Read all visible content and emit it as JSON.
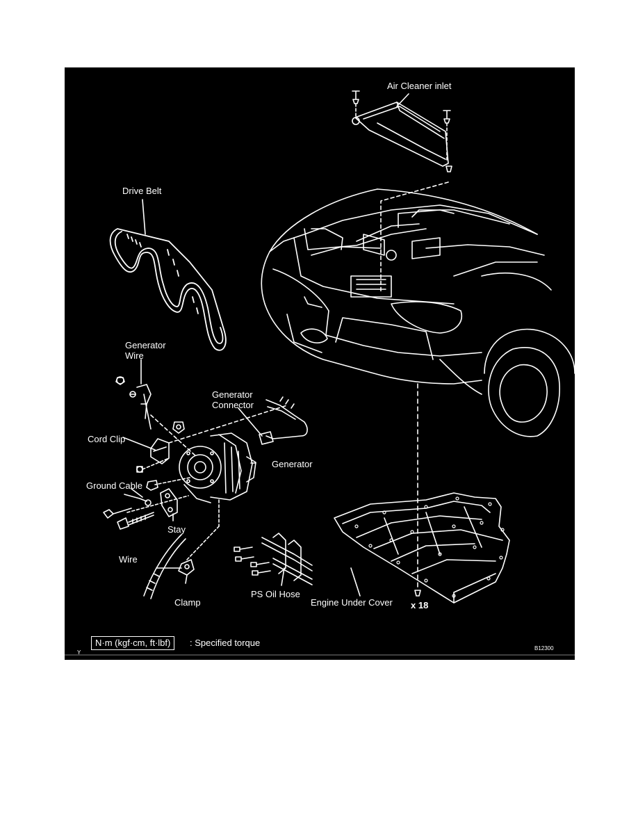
{
  "labels": {
    "air_cleaner_inlet": "Air Cleaner inlet",
    "drive_belt": "Drive Belt",
    "generator_wire": "Generator\nWire",
    "generator_connector": "Generator\nConnector",
    "cord_clip": "Cord Clip",
    "generator": "Generator",
    "ground_cable": "Ground Cable",
    "stay": "Stay",
    "wire": "Wire",
    "clamp": "Clamp",
    "ps_oil_hose": "PS Oil Hose",
    "engine_under_cover": "Engine Under Cover",
    "bolt_count": "x 18"
  },
  "legend": {
    "torque_unit_box": "N·m (kgf·cm, ft·lbf)",
    "torque_text": ": Specified torque"
  },
  "corner_marks": {
    "left": "Y",
    "figure_id": "B12300"
  },
  "colors": {
    "background": "#000000",
    "linework": "#ffffff",
    "page": "#ffffff"
  }
}
